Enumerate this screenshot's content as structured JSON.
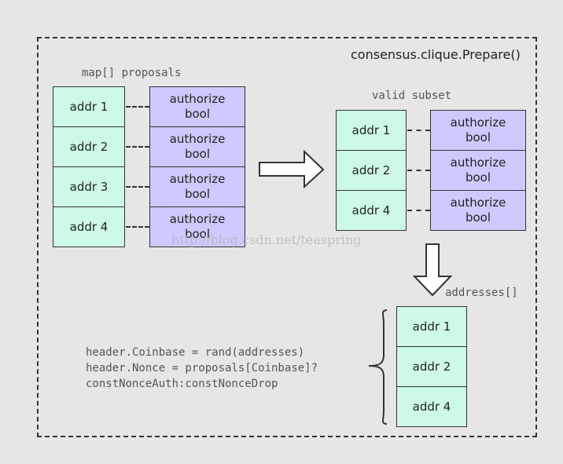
{
  "diagram_title": "consensus.clique.Prepare()",
  "proposals_label": "map[] proposals",
  "valid_subset_label": "valid subset",
  "addresses_label": "addresses[]",
  "proposals": [
    {
      "addr": "addr 1",
      "auth_line1": "authorize",
      "auth_line2": "bool"
    },
    {
      "addr": "addr 2",
      "auth_line1": "authorize",
      "auth_line2": "bool"
    },
    {
      "addr": "addr 3",
      "auth_line1": "authorize",
      "auth_line2": "bool"
    },
    {
      "addr": "addr 4",
      "auth_line1": "authorize",
      "auth_line2": "bool"
    }
  ],
  "valid_subset": [
    {
      "addr": "addr 1",
      "auth_line1": "authorize",
      "auth_line2": "bool"
    },
    {
      "addr": "addr 2",
      "auth_line1": "authorize",
      "auth_line2": "bool"
    },
    {
      "addr": "addr 4",
      "auth_line1": "authorize",
      "auth_line2": "bool"
    }
  ],
  "addresses": [
    "addr 1",
    "addr 2",
    "addr 4"
  ],
  "code": [
    "header.Coinbase = rand(addresses)",
    "header.Nonce = proposals[Coinbase]?",
    "constNonceAuth:constNonceDrop"
  ],
  "watermark": "http://blog.csdn.net/teaspring",
  "colors": {
    "addr_fill": "#cdfae6",
    "authorize_fill": "#cccafe",
    "background": "#e6e6e6",
    "border": "#333333"
  }
}
